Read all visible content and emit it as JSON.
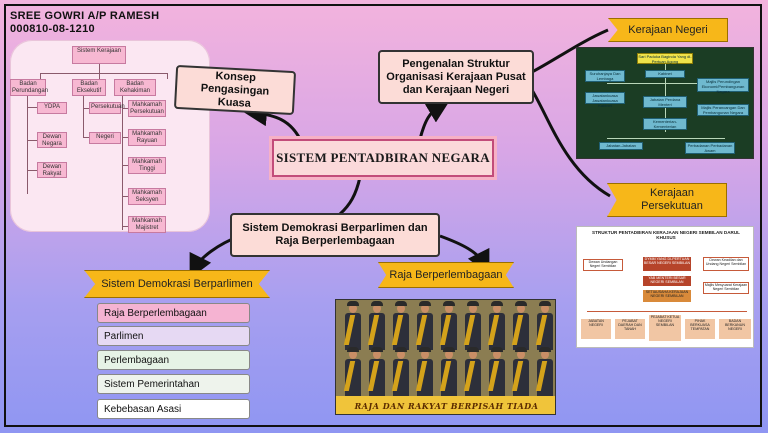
{
  "author": {
    "name": "SREE GOWRI A/P RAMESH",
    "id": "000810-08-1210"
  },
  "tree": {
    "root": "Sistem Kerajaan",
    "level1": [
      "Badan Perundangan",
      "Badan Eksekutif",
      "Badan Kehakiman"
    ],
    "perundangan": [
      "YDPA",
      "Dewan Negara",
      "Dewan Rakyat"
    ],
    "eksekutif": [
      "Persekutuan",
      "Negeri"
    ],
    "kehakiman": [
      "Mahkamah Persekutuan",
      "Mahkamah Rayuan",
      "Mahkamah Tinggi",
      "Mahkamah Seksyen",
      "Mahkamah Majistret"
    ]
  },
  "center_title": "SISTEM PENTADBIRAN NEGARA",
  "nodes": {
    "konsep": "Konsep Pengasingan Kuasa",
    "pengenalan": "Pengenalan Struktur Organisasi Kerajaan Pusat dan Kerajaan Negeri",
    "sistem_demokrasi": "Sistem Demokrasi Berparlimen dan Raja Berperlembagaan",
    "kerajaan_negeri": "Kerajaan Negeri",
    "kerajaan_persekutuan": "Kerajaan Persekutuan",
    "banner_sdb": "Sistem Demokrasi Berparlimen",
    "banner_raja": "Raja Berperlembagaan"
  },
  "list_items": [
    {
      "label": "Raja Berperlembagaan",
      "color": "#f5b3d2"
    },
    {
      "label": "Parlimen",
      "color": "#e6d9f3"
    },
    {
      "label": "Perlembagaan",
      "color": "#e6f3e6"
    },
    {
      "label": "Sistem Pemerintahan",
      "color": "#eef3ec"
    },
    {
      "label": "Kebebasan Asasi",
      "color": "#ffffff"
    }
  ],
  "negeri_chart": {
    "top": "Sari Paduka Baginda Yang di-Pertuan Agong",
    "kabinet": "Kabinet",
    "left": [
      "Suruhanjaya Dan Lembaga",
      "Jawatankuasa Jawatankuasa Kabinet"
    ],
    "right": [
      "Majlis Perundingan Ekonomi/Pembangunan Negara",
      "Majlis Perancangan Dan Pembangunan Negara"
    ],
    "jabatan": "Jabatan Perdana Menteri",
    "kementerian": "Kementerian-Kementerian",
    "bottom": [
      "Jabatan-Jabatan",
      "Perbadanan Perbadanan Awam"
    ]
  },
  "persekutuan_chart": {
    "title": "STRUKTUR PENTADBIRAN KERAJAAN NEGERI SEMBILAN DARUL KHUSUS",
    "top_left": "Dewan Undangan Negeri Sembilan",
    "top_center": "DYMM YANG DI-PERTUAN BESAR NEGERI SEMBILAN",
    "top_right": "Dewan Keadilan dan Undang Negeri Sembilan",
    "mid": "YAB MENTERI BESAR NEGERI SEMBILAN",
    "mid_right": "Majlis Mesyuarat Kerajaan Negeri Sembilan",
    "sub": "SETIAUSAHA KERAJAAN NEGERI SEMBILAN",
    "bottom": [
      "JABATAN NEGERI",
      "PEJABAT DAERAH DAN TANAH",
      "PEJABAT KETUA NEGERI SEMBILAN",
      "PIHAK BERKUASA TEMPATAN",
      "BADAN BERKANUN NEGERI"
    ]
  },
  "king_caption": "RAJA DAN RAKYAT BERPISAH TIADA",
  "colors": {
    "banner": "#f7b719",
    "center_border": "#c24c7a",
    "tree_box": "#f7b8d2"
  }
}
